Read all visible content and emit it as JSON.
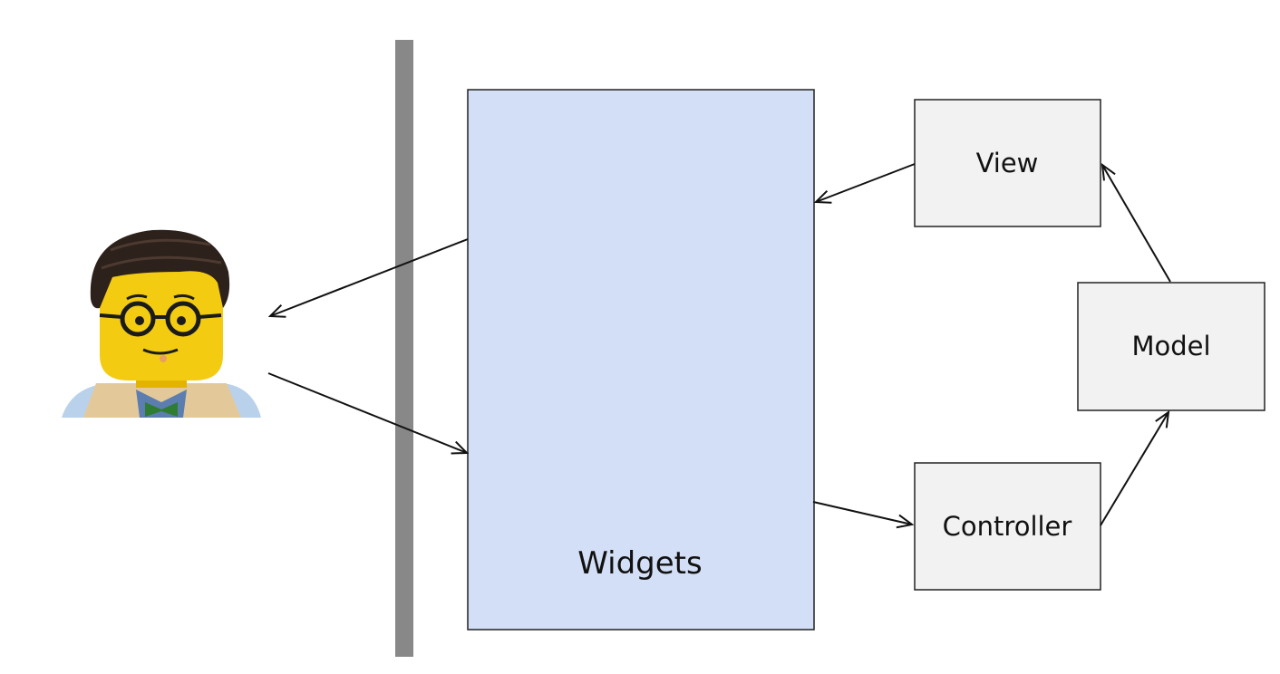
{
  "diagram": {
    "widgets": {
      "label": "Widgets",
      "fill": "#d3dff6"
    },
    "view": {
      "label": "View",
      "fill": "#f2f2f2"
    },
    "model": {
      "label": "Model",
      "fill": "#f2f2f2"
    },
    "controller": {
      "label": "Controller",
      "fill": "#f2f2f2"
    },
    "separator_color": "#888888",
    "user_icon": "lego-minifigure-user-icon"
  }
}
